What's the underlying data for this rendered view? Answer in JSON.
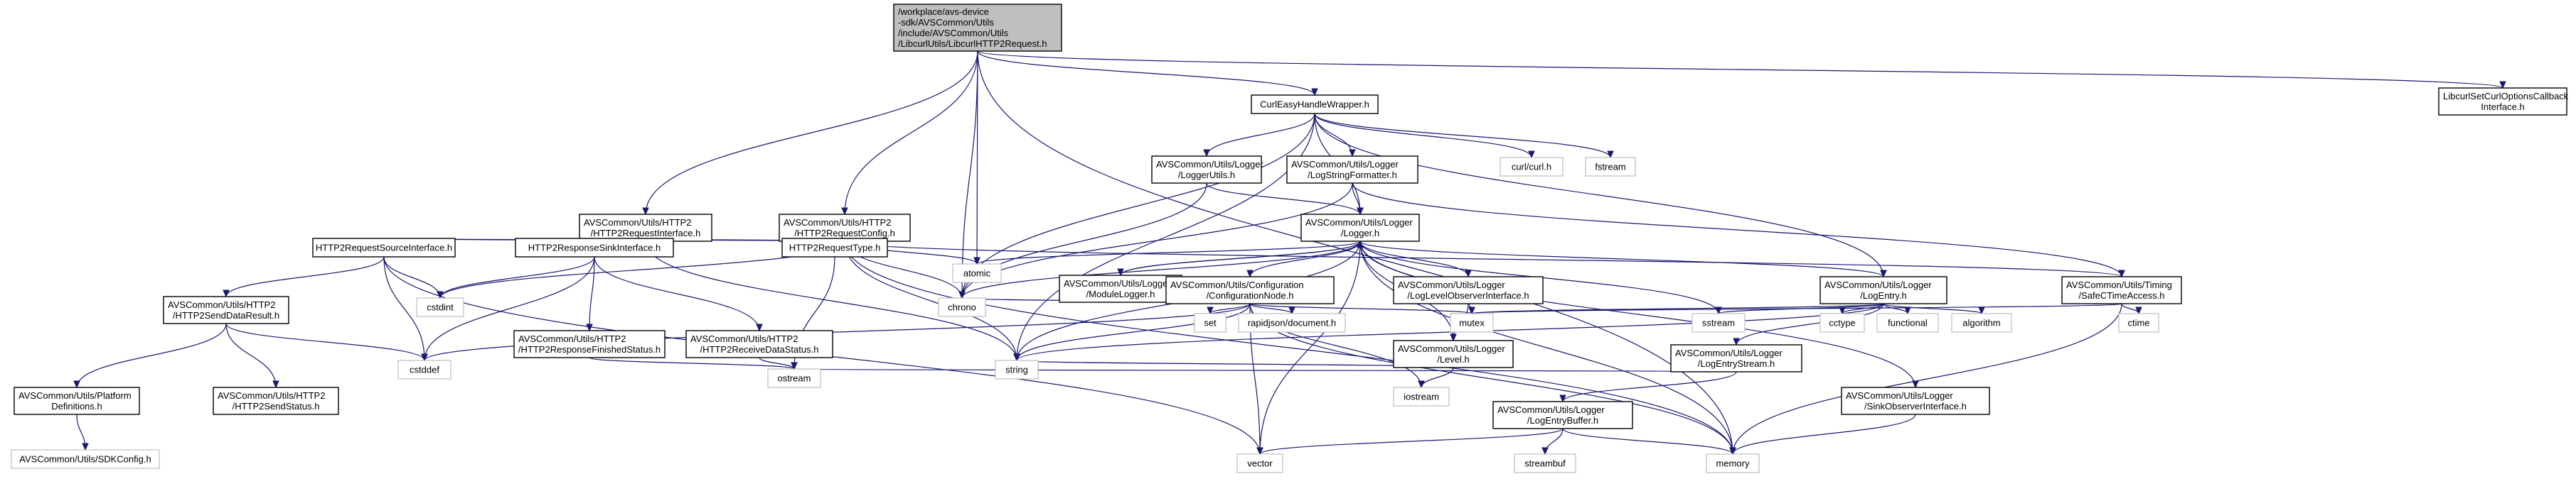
{
  "colors": {
    "edge": "#191970",
    "node_border": "#000000",
    "external_border": "#bfbfbf",
    "root_fill": "#bfbfbf",
    "background": "#ffffff"
  },
  "nodes": {
    "root": [
      "/workplace/avs-device",
      "-sdk/AVSCommon/Utils",
      "/include/AVSCommon/Utils",
      "/LibcurlUtils/LibcurlHTTP2Request.h"
    ],
    "curlEasy": [
      "CurlEasyHandleWrapper.h"
    ],
    "libcurlSet": [
      "LibcurlSetCurlOptionsCallback",
      "Interface.h"
    ],
    "reqIface": [
      "AVSCommon/Utils/HTTP2",
      "/HTTP2RequestInterface.h"
    ],
    "reqConfig": [
      "AVSCommon/Utils/HTTP2",
      "/HTTP2RequestConfig.h"
    ],
    "loggerUtils": [
      "AVSCommon/Utils/Logger",
      "/LoggerUtils.h"
    ],
    "logStringFmt": [
      "AVSCommon/Utils/Logger",
      "/LogStringFormatter.h"
    ],
    "logger": [
      "AVSCommon/Utils/Logger",
      "/Logger.h"
    ],
    "moduleLogger": [
      "AVSCommon/Utils/Logger",
      "/ModuleLogger.h"
    ],
    "srcIface": [
      "HTTP2RequestSourceInterface.h"
    ],
    "sinkIface": [
      "HTTP2ResponseSinkInterface.h"
    ],
    "reqType": [
      "HTTP2RequestType.h"
    ],
    "configNode": [
      "AVSCommon/Utils/Configuration",
      "/ConfigurationNode.h"
    ],
    "levelObs": [
      "AVSCommon/Utils/Logger",
      "/LogLevelObserverInterface.h"
    ],
    "logEntry": [
      "AVSCommon/Utils/Logger",
      "/LogEntry.h"
    ],
    "safeTime": [
      "AVSCommon/Utils/Timing",
      "/SafeCTimeAccess.h"
    ],
    "sendResult": [
      "AVSCommon/Utils/HTTP2",
      "/HTTP2SendDataResult.h"
    ],
    "respFinished": [
      "AVSCommon/Utils/HTTP2",
      "/HTTP2ResponseFinishedStatus.h"
    ],
    "recvStatus": [
      "AVSCommon/Utils/HTTP2",
      "/HTTP2ReceiveDataStatus.h"
    ],
    "level": [
      "AVSCommon/Utils/Logger",
      "/Level.h"
    ],
    "logEntryStream": [
      "AVSCommon/Utils/Logger",
      "/LogEntryStream.h"
    ],
    "platform": [
      "AVSCommon/Utils/Platform",
      "Definitions.h"
    ],
    "sendStatus": [
      "AVSCommon/Utils/HTTP2",
      "/HTTP2SendStatus.h"
    ],
    "logEntryBuffer": [
      "AVSCommon/Utils/Logger",
      "/LogEntryBuffer.h"
    ],
    "sinkObs": [
      "AVSCommon/Utils/Logger",
      "/SinkObserverInterface.h"
    ],
    "sdkConfig": [
      "AVSCommon/Utils/SDKConfig.h"
    ],
    "curl": [
      "curl/curl.h"
    ],
    "fstream": [
      "fstream"
    ],
    "atomic": [
      "atomic"
    ],
    "chrono": [
      "chrono"
    ],
    "cstdint": [
      "cstdint"
    ],
    "cstddef": [
      "cstddef"
    ],
    "string": [
      "string"
    ],
    "ostream": [
      "ostream"
    ],
    "set": [
      "set"
    ],
    "rapidjson": [
      "rapidjson/document.h"
    ],
    "mutex": [
      "mutex"
    ],
    "sstream": [
      "sstream"
    ],
    "iostream": [
      "iostream"
    ],
    "cctype": [
      "cctype"
    ],
    "functional": [
      "functional"
    ],
    "algorithm": [
      "algorithm"
    ],
    "ctime": [
      "ctime"
    ],
    "vector": [
      "vector"
    ],
    "memory": [
      "memory"
    ],
    "streambuf": [
      "streambuf"
    ]
  }
}
